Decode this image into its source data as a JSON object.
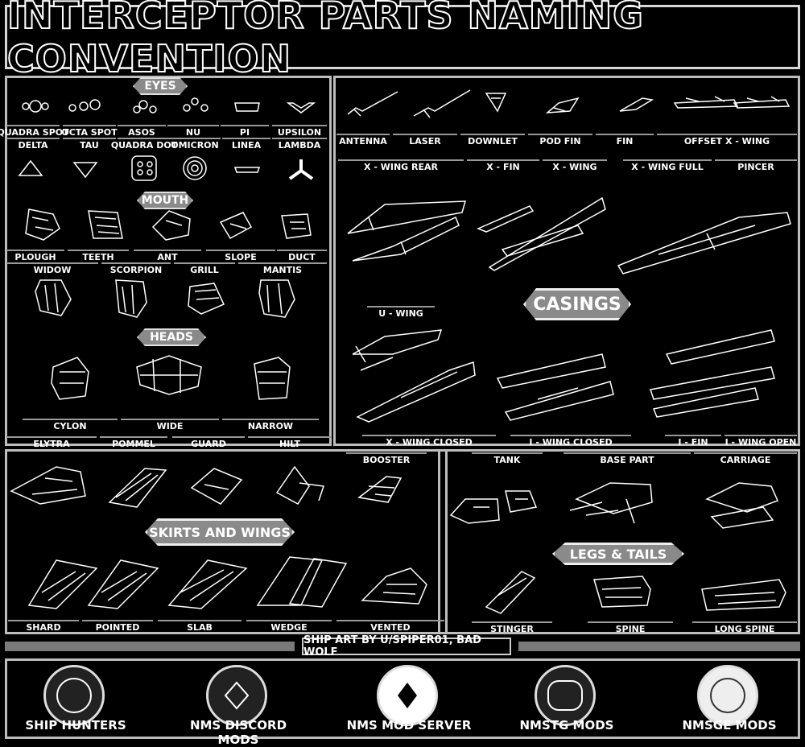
{
  "title": "INTERCEPTOR PARTS NAMING CONVENTION",
  "sections": {
    "eyes": "EYES",
    "mouth": "MOUTH",
    "heads": "HEADS",
    "casings": "CASINGS",
    "skirts": "SKIRTS AND WINGS",
    "legs": "LEGS & TAILS"
  },
  "eyes_row1": [
    "QUADRA SPOT",
    "OCTA SPOT",
    "ASOS",
    "NU",
    "PI",
    "UPSILON"
  ],
  "eyes_row2": [
    "DELTA",
    "TAU",
    "QUADRA DOT",
    "OMICRON",
    "LINEA",
    "LAMBDA"
  ],
  "mouth_row1": [
    "PLOUGH",
    "TEETH",
    "ANT",
    "SLOPE",
    "DUCT"
  ],
  "mouth_row2": [
    "WIDOW",
    "SCORPION",
    "GRILL",
    "MANTIS"
  ],
  "heads": [
    "CYLON",
    "WIDE",
    "NARROW"
  ],
  "heads_row2": [
    "ELYTRA",
    "POMMEL",
    "GUARD",
    "HILT"
  ],
  "top_parts": [
    "ANTENNA",
    "LASER",
    "DOWNLET",
    "POD FIN",
    "FIN",
    "OFFSET X - WING"
  ],
  "casings_top": [
    "X - WING REAR",
    "X - FIN",
    "X - WING",
    "X - WING FULL",
    "PINCER"
  ],
  "u_wing": "U - WING",
  "casings_bottom": [
    "X - WING CLOSED",
    "I - WING CLOSED",
    "I - FIN",
    "I - WING OPEN"
  ],
  "booster": "BOOSTER",
  "skirts_bottom": [
    "SHARD",
    "POINTED",
    "SLAB",
    "WEDGE",
    "VENTED"
  ],
  "right_mid": [
    "TANK",
    "BASE PART",
    "CARRIAGE"
  ],
  "legs": [
    "STINGER",
    "SPINE",
    "LONG SPINE"
  ],
  "credit": "SHIP ART BY U/SPIPER01, BAD WOLF",
  "footer": [
    "SHIP HUNTERS",
    "NMS DISCORD MODS",
    "NMS MOD SERVER",
    "NMSTG MODS",
    "NMSGE MODS"
  ],
  "colors": {
    "accent": "#8a8a8a",
    "line": "#bdbdbd"
  }
}
